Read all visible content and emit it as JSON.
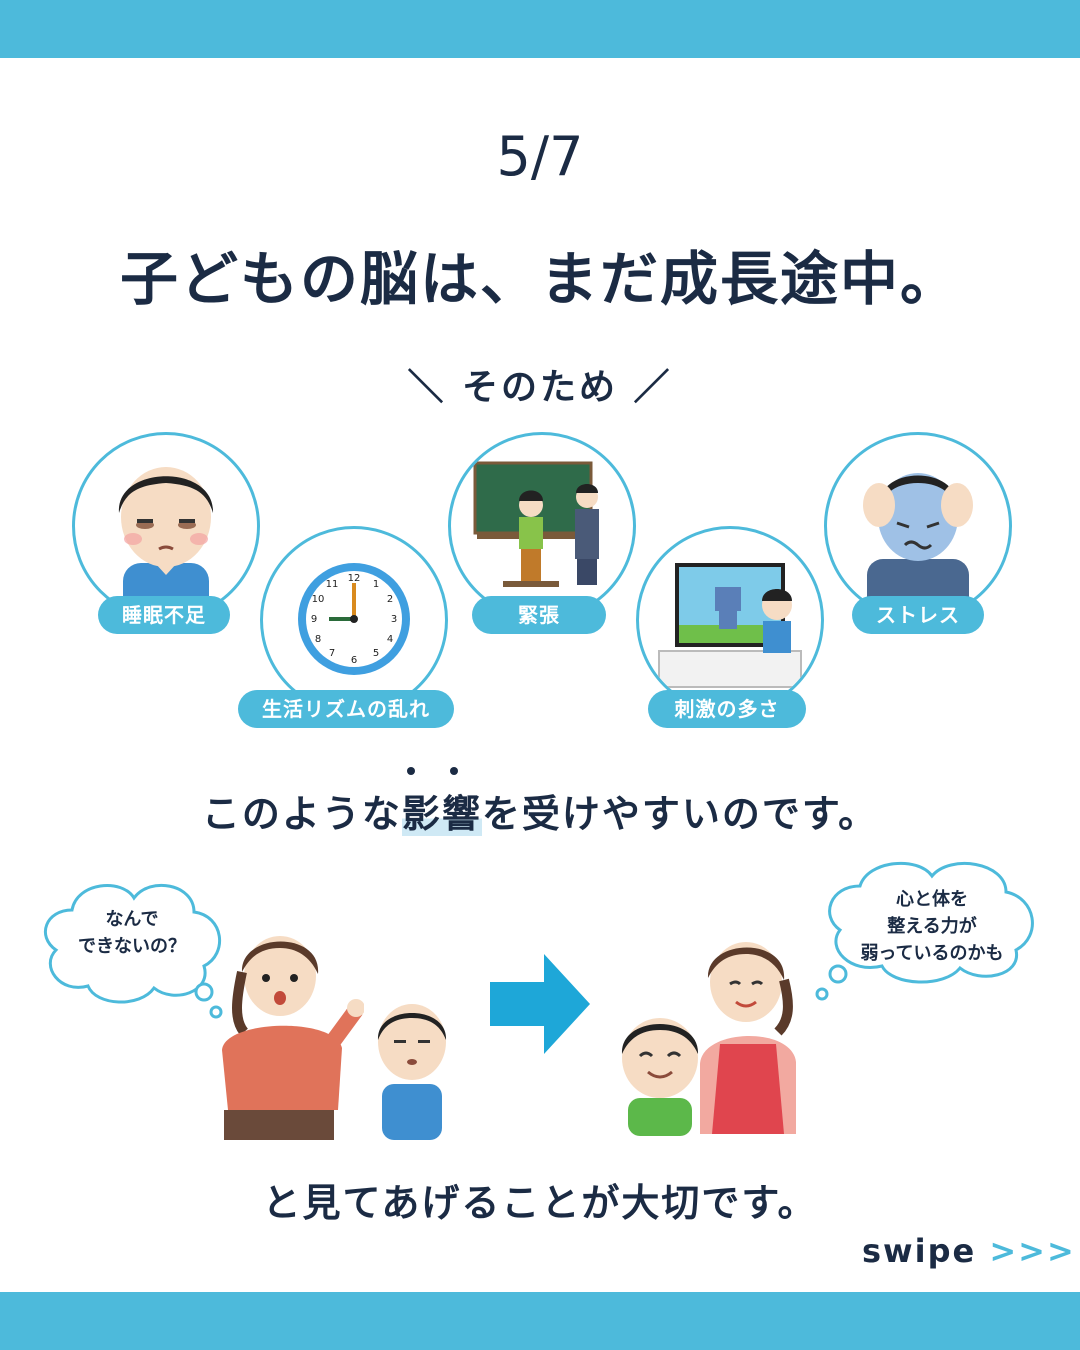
{
  "page_number": "5/7",
  "headline": "子どもの脳は、まだ成長途中。",
  "subheading": "＼ そのため ／",
  "factors": [
    {
      "label": "睡眠不足",
      "icon": "sleepy-boy-icon"
    },
    {
      "label": "生活リズムの乱れ",
      "icon": "clock-icon"
    },
    {
      "label": "緊張",
      "icon": "nervous-student-icon"
    },
    {
      "label": "刺激の多さ",
      "icon": "tv-child-icon"
    },
    {
      "label": "ストレス",
      "icon": "stressed-person-icon"
    }
  ],
  "impact": {
    "before": "このような",
    "highlight": "影響",
    "after": "を受けやすいのです。"
  },
  "bubble_left": [
    "なんで",
    "できないの？"
  ],
  "bubble_right": [
    "心と体を",
    "整える力が",
    "弱っているのかも"
  ],
  "conclusion": "と見てあげることが大切です。",
  "swipe": {
    "text": "swipe",
    "arrows": ">>>"
  },
  "colors": {
    "accent": "#4dbadb",
    "text": "#1b2b44"
  }
}
